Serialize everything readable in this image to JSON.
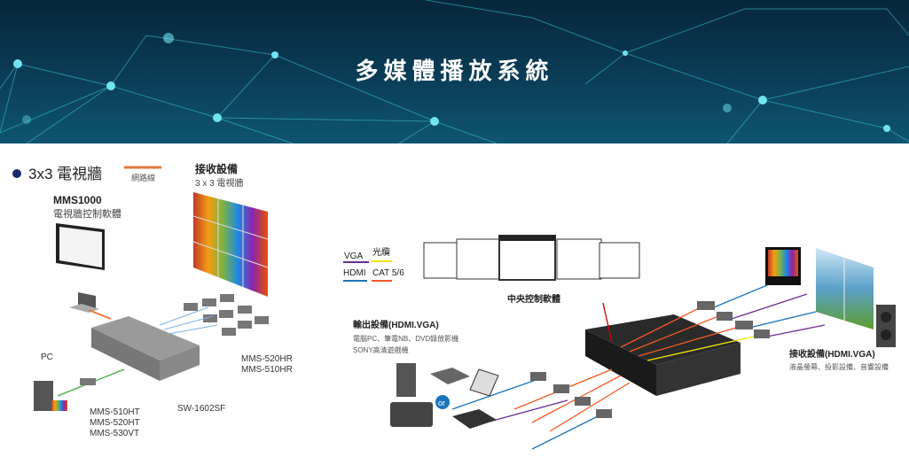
{
  "banner": {
    "title": "多媒體播放系統"
  },
  "left_diagram": {
    "heading": "3x3 電視牆",
    "legend_cable": "網路線",
    "software_model": "MMS1000",
    "software_desc": "電視牆控制軟體",
    "receiver_title": "接收設備",
    "receiver_sub": "3 x 3 電視牆",
    "pc_label": "PC",
    "receiver_models": [
      "MMS-520HR",
      "MMS-510HR"
    ],
    "switch_model": "SW-1602SF",
    "transmitter_models": [
      "MMS-510HT",
      "MMS-520HT",
      "MMS-530VT"
    ],
    "colors": {
      "bullet": "#1a2a6c",
      "cable": "#e8773a"
    }
  },
  "right_diagram": {
    "legend": [
      {
        "label": "VGA",
        "color": "#6a2c91"
      },
      {
        "label": "光纜",
        "color": "#f2e500"
      },
      {
        "label": "HDMI",
        "color": "#1b75bc"
      },
      {
        "label": "CAT 5/6",
        "color": "#f15a24"
      }
    ],
    "central_software": "中央控制軟體",
    "output_title": "輸出設備(HDMI.VGA)",
    "output_desc": [
      "電腦PC、筆電NB、DVD錄放影機",
      "SONY高清遊戲機"
    ],
    "or_label": "or",
    "receiver_title": "接收設備(HDMI.VGA)",
    "receiver_desc": "液晶螢幕、投影設備、音響設備"
  }
}
